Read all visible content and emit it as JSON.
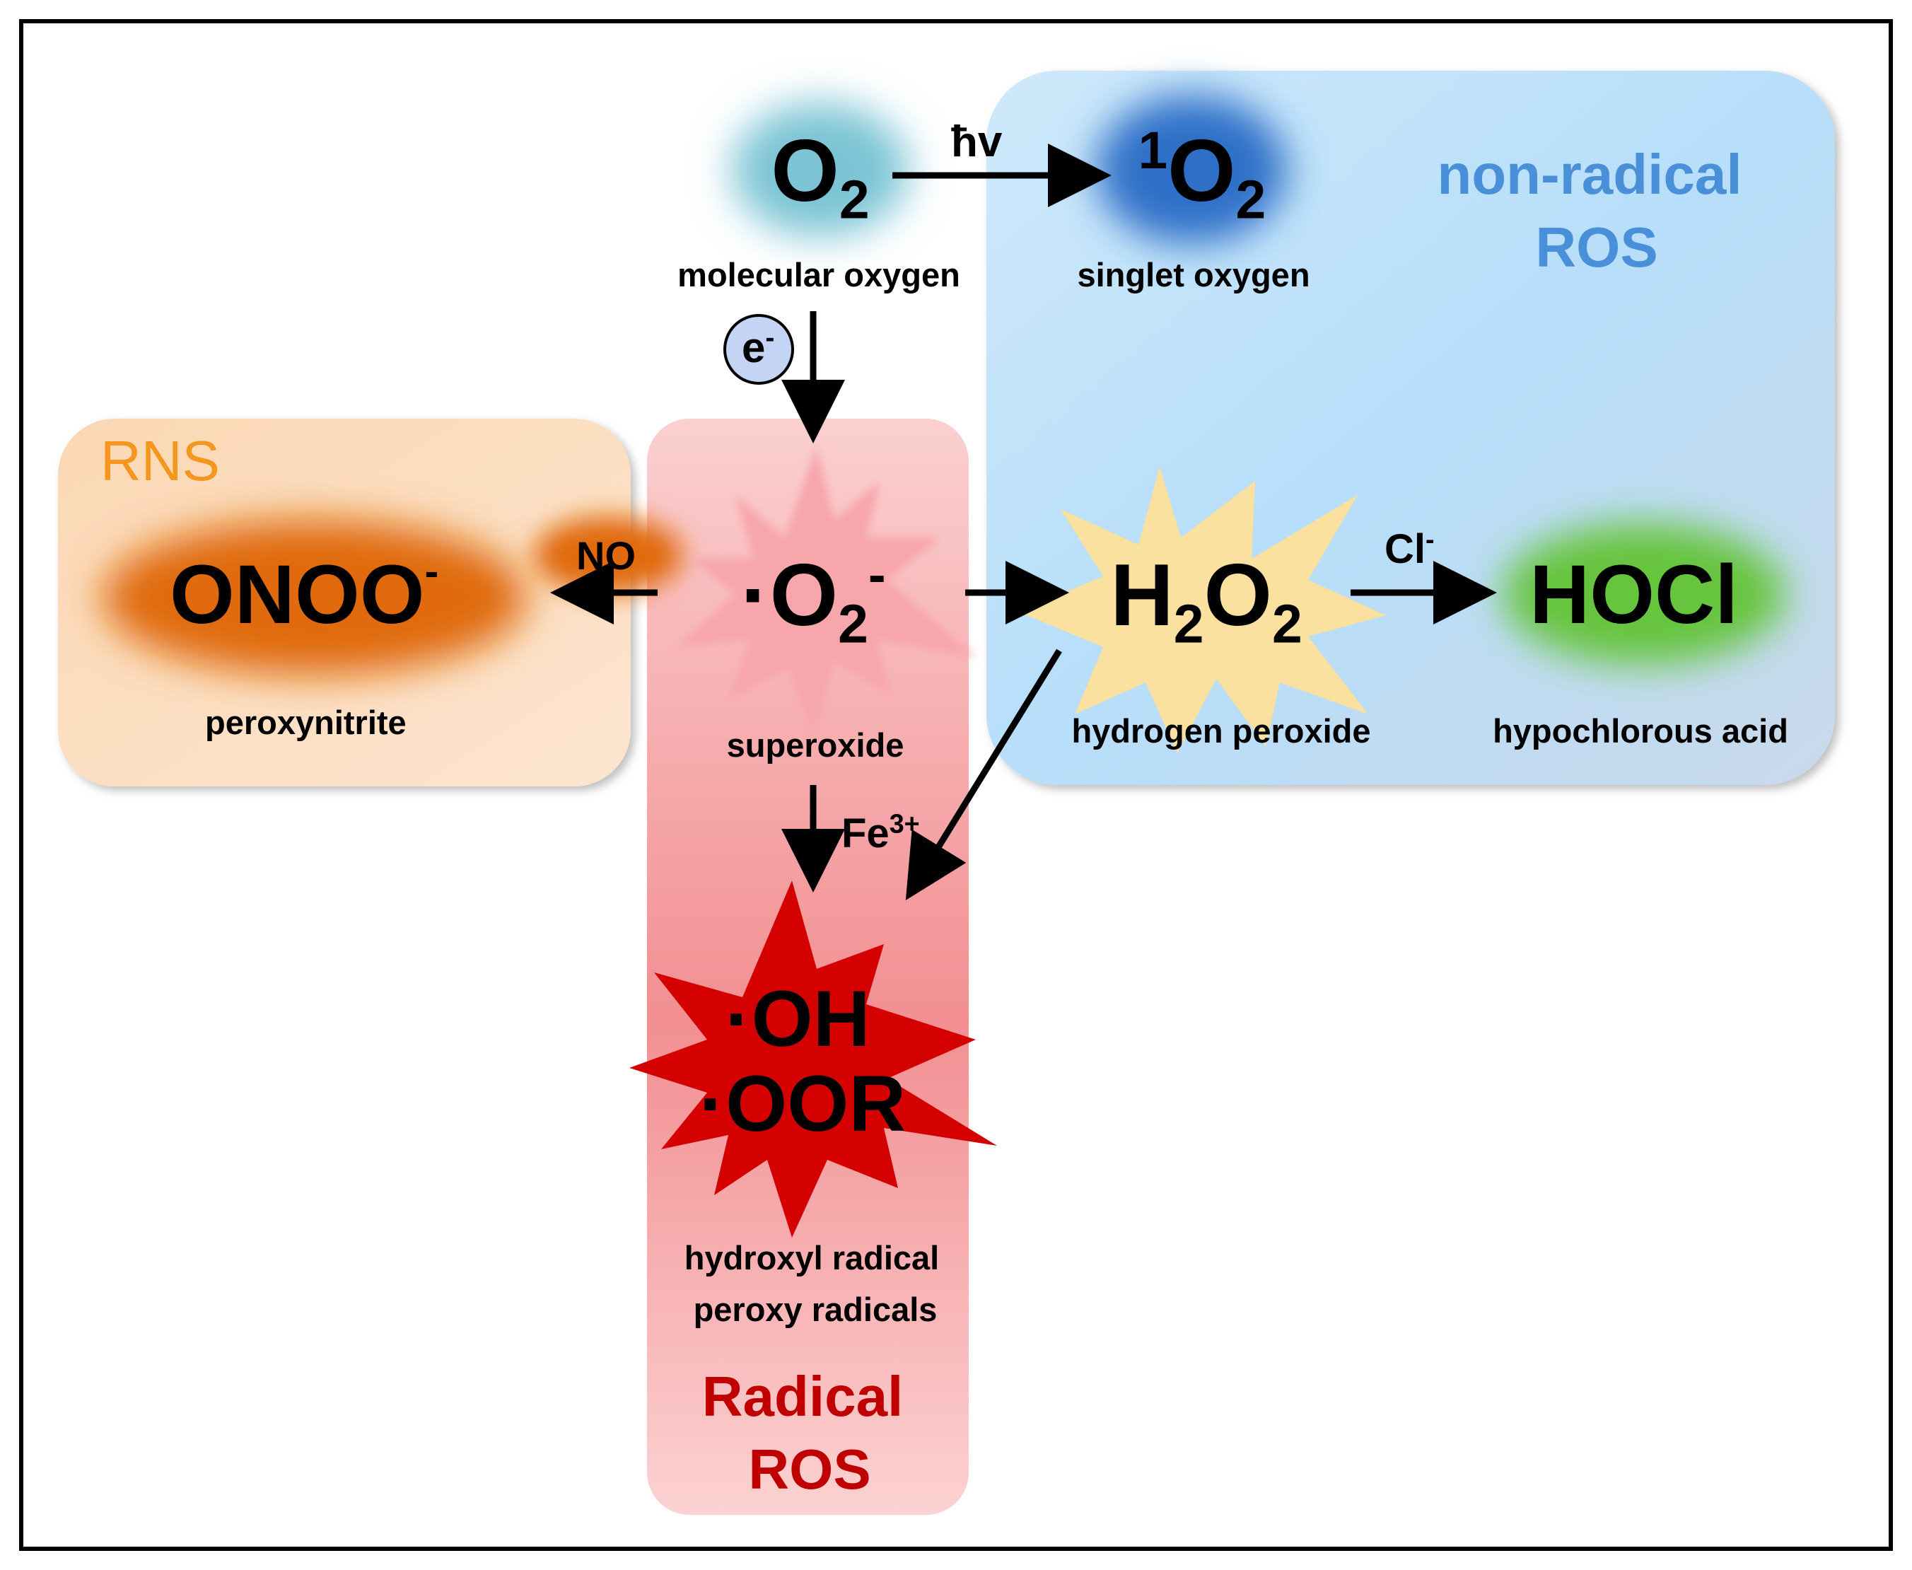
{
  "regions": {
    "rns": "RNS",
    "non_radical": [
      "non-radical",
      "ROS"
    ],
    "radical": [
      "Radical",
      "ROS"
    ]
  },
  "species": {
    "o2": {
      "formula": "O",
      "sub": "2",
      "caption": "molecular oxygen"
    },
    "singlet": {
      "sup": "1",
      "formula": "O",
      "sub": "2",
      "caption": "singlet oxygen"
    },
    "superoxide": {
      "prefix": "·O",
      "sub": "2",
      "sup": "-",
      "caption": "superoxide"
    },
    "h2o2": {
      "a": "H",
      "a_sub": "2",
      "b": "O",
      "b_sub": "2",
      "caption": "hydrogen peroxide"
    },
    "hocl": {
      "formula": "HOCl",
      "caption": "hypochlorous acid"
    },
    "onoo": {
      "formula": "ONOO",
      "sup": "-",
      "caption": "peroxynitrite"
    },
    "radicals": {
      "line1": "·OH",
      "line2": "·OOR",
      "caption1": "hydroxyl radical",
      "caption2": "peroxy radicals"
    }
  },
  "reactions": {
    "light": "ħv",
    "electron": "e",
    "electron_sup": "-",
    "nitric_oxide": "NO",
    "chloride": "Cl",
    "chloride_sup": "-",
    "iron": "Fe",
    "iron_sup": "3+"
  },
  "colors": {
    "rns_box": "#f9cfa6",
    "radical_box": "#f5a0a0",
    "nonradical_box": "#a8d6f5",
    "rns_text": "#f5961e",
    "nonradical_text": "#4a90d9",
    "radical_text": "#c00000",
    "o2_glow": "#7cc4d4",
    "singlet_glow": "#2f6fc7",
    "onoo_glow": "#e06a10",
    "hocl_glow": "#66c43c",
    "h2o2_star": "#fbe1a0",
    "superoxide_star": "#f7a6ac",
    "radical_star": "#d40000"
  }
}
